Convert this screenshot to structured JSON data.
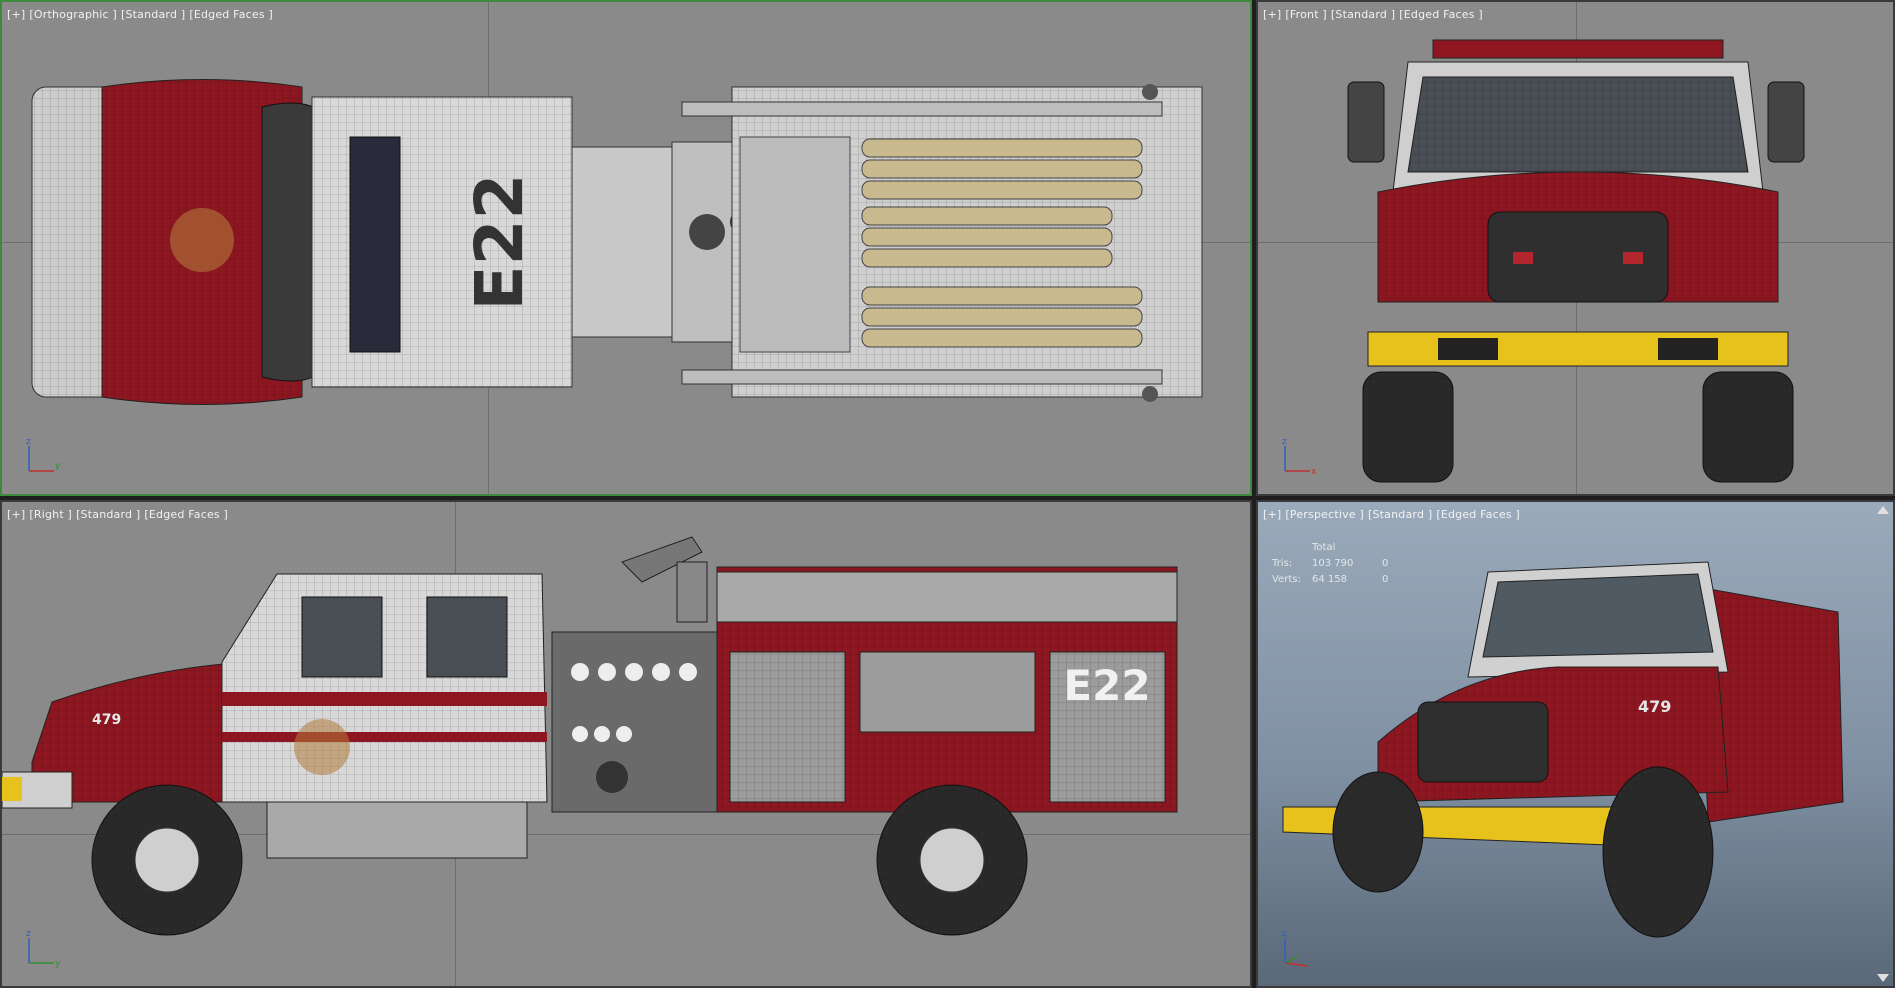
{
  "viewports": {
    "top": {
      "plus": "[+]",
      "view": "[Orthographic ]",
      "shading": "[Standard ]",
      "mode": "[Edged Faces ]"
    },
    "front": {
      "plus": "[+]",
      "view": "[Front ]",
      "shading": "[Standard ]",
      "mode": "[Edged Faces ]"
    },
    "right": {
      "plus": "[+]",
      "view": "[Right ]",
      "shading": "[Standard ]",
      "mode": "[Edged Faces ]"
    },
    "persp": {
      "plus": "[+]",
      "view": "[Perspective ]",
      "shading": "[Standard ]",
      "mode": "[Edged Faces ]"
    }
  },
  "stats": {
    "header": "Total",
    "tris_label": "Tris:",
    "tris_value": "103 790",
    "tris_sel": "0",
    "verts_label": "Verts:",
    "verts_value": "64 158",
    "verts_sel": "0"
  },
  "truck": {
    "unit_number": "E22",
    "cab_number": "479",
    "colors": {
      "red": "#8e1620",
      "chrome": "#cfcfcf",
      "hose": "#c9b98f",
      "tire": "#2a2a2a",
      "stripe": "#e7c21c"
    }
  },
  "axes": {
    "x": "x",
    "y": "y",
    "z": "z"
  }
}
